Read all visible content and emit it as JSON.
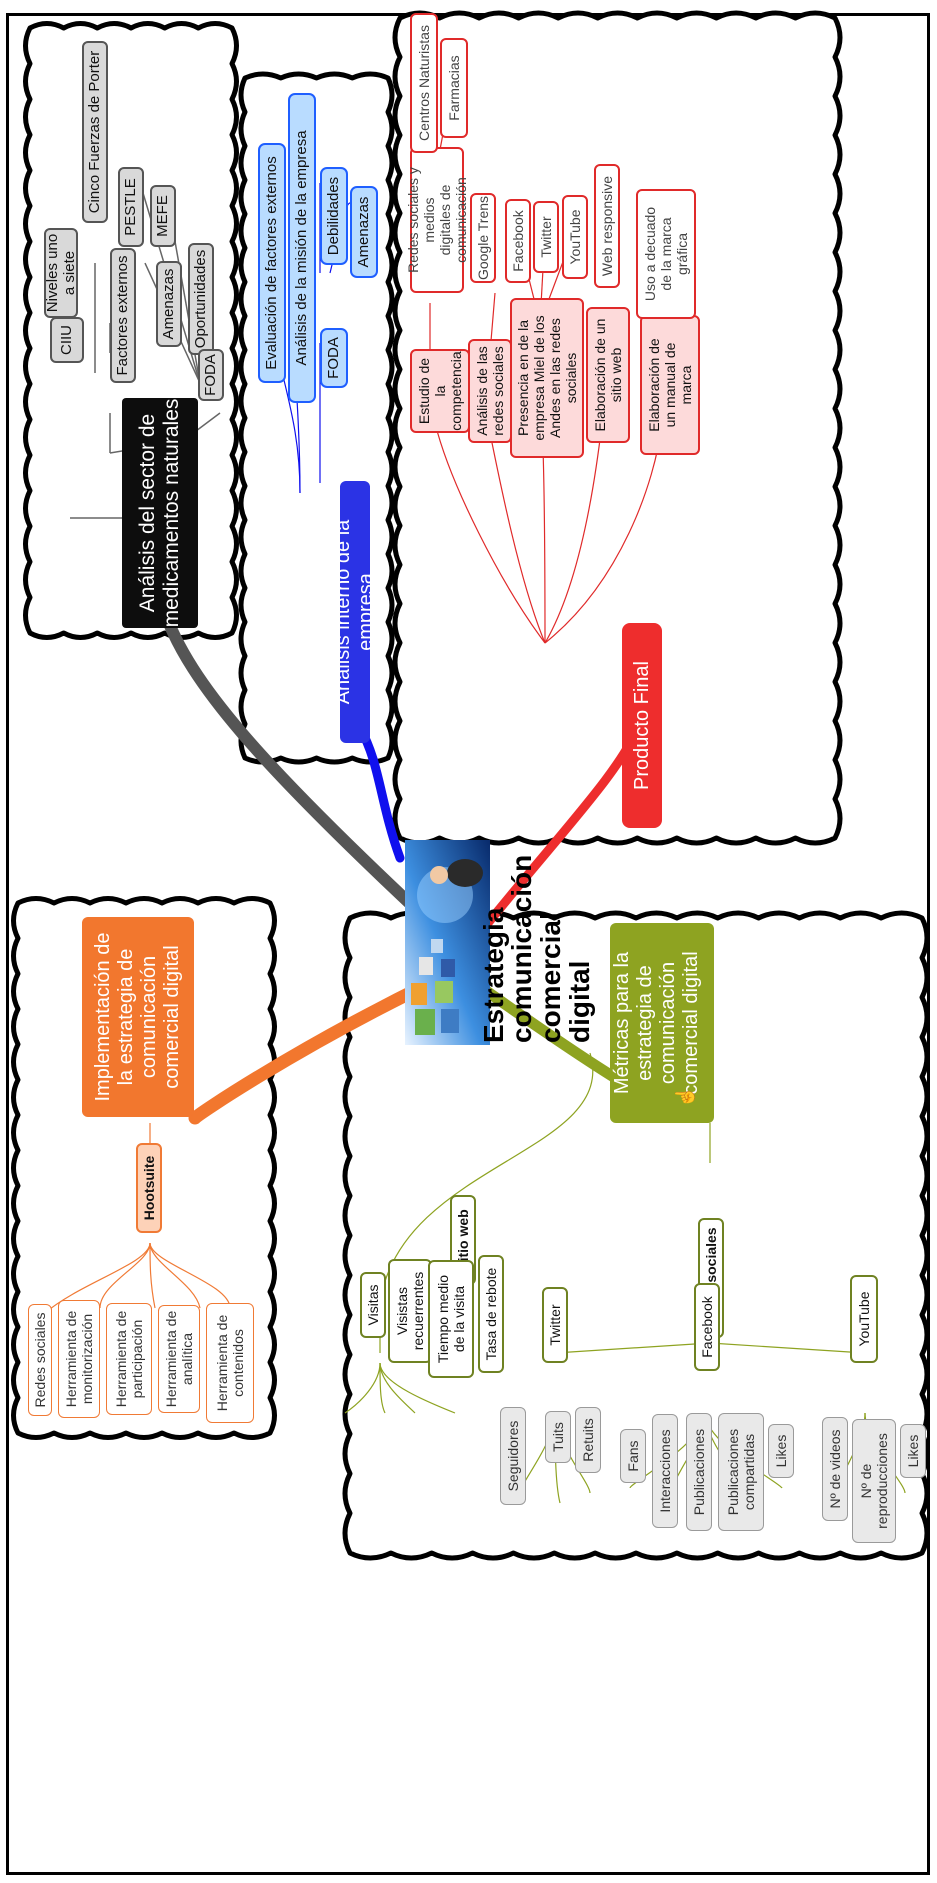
{
  "central": {
    "title": "Estrategia\ncomunicación\ncomercial digital",
    "image": "digital-media-tiles-photo"
  },
  "topics": {
    "sector": {
      "label": "Análisis del sector de\nmedicamentos naturales",
      "color": "#0d0d0d",
      "children": {
        "ciiu": "CIIU",
        "niveles": "Niveles uno\na siete",
        "factores": "Factores externos",
        "porter": "Cinco Fuerzas de Porter",
        "pestle": "PESTLE",
        "mefe": "MEFE",
        "amenazas": "Amenazas",
        "oportunidades": "Oportunidades",
        "foda": "FODA"
      }
    },
    "interno": {
      "label": "Análisis interno de la empresa",
      "color": "#2b33e5",
      "children": {
        "evaluacion": "Evaluación de factores externos",
        "mision": "Análisis de la misión de la empresa",
        "foda": "FODA",
        "debilidades": "Debilidades",
        "amenazas": "Amenazas"
      }
    },
    "producto": {
      "label": "Producto Final",
      "color": "#ee2d2d",
      "children": {
        "estudio": "Estudio de\nla\ncompetencia",
        "redes_medios": "Redes sociales y medios\ndigitales de comunicación",
        "centros": "Centros Naturistas",
        "farmacias": "Farmacias",
        "analisis_redes": "Análisis de las\nredes sociales",
        "google": "Google Trens",
        "presencia": "Presencia en de la\nempresa Miel de los\nAndes en las redes\nsociales",
        "facebook": "Facebook",
        "twitter": "Twitter",
        "youtube": "YouTube",
        "sitio": "Elaboración de un\nsitio web",
        "responsive": "Web responsive",
        "manual": "Elaboración de\nun manual de\nmarca",
        "uso": "Uso a decuado\nde la marca\ngráfica"
      }
    },
    "implementacion": {
      "label": "Implementación de\nla estrategia de\ncomunicación\ncomercial digital",
      "color": "#f2772e",
      "children": {
        "hootsuite": "Hootsuite",
        "redes": "Redes sociales",
        "monitorizacion": "Herramienta de\nmonitorización",
        "participacion": "Herramienta de\nparticipación",
        "analitica": "Herramienta de\nanalítica",
        "contenidos": "Herramienta de\ncontenidos"
      }
    },
    "metricas": {
      "label": "Métricas para la\nestrategia de\ncomunicación\ncomercial digital",
      "color": "#8ea321",
      "icon": "pointing-hand-icon",
      "children": {
        "sitio": "Sitio web",
        "visitas": "Visitas",
        "recurrentes": "Visistas\nrecuerrentes",
        "tiempo": "Tiempo medio\nde la visita",
        "rebote": "Tasa de rebote",
        "redes": "Redes sociales",
        "twitter": "Twitter",
        "seguidores": "Seguidores",
        "tuits": "Tuits",
        "retuits": "Retuits",
        "facebook": "Facebook",
        "fans": "Fans",
        "interacciones": "Interacciones",
        "publicaciones": "Publicaciones",
        "compartidas": "Publicaciones\ncompartidas",
        "likes_fb": "Likes",
        "youtube": "YouTube",
        "videos": "Nº de videos",
        "reproducciones": "Nº de\nreproducciones",
        "likes_yt": "Likes"
      }
    }
  }
}
